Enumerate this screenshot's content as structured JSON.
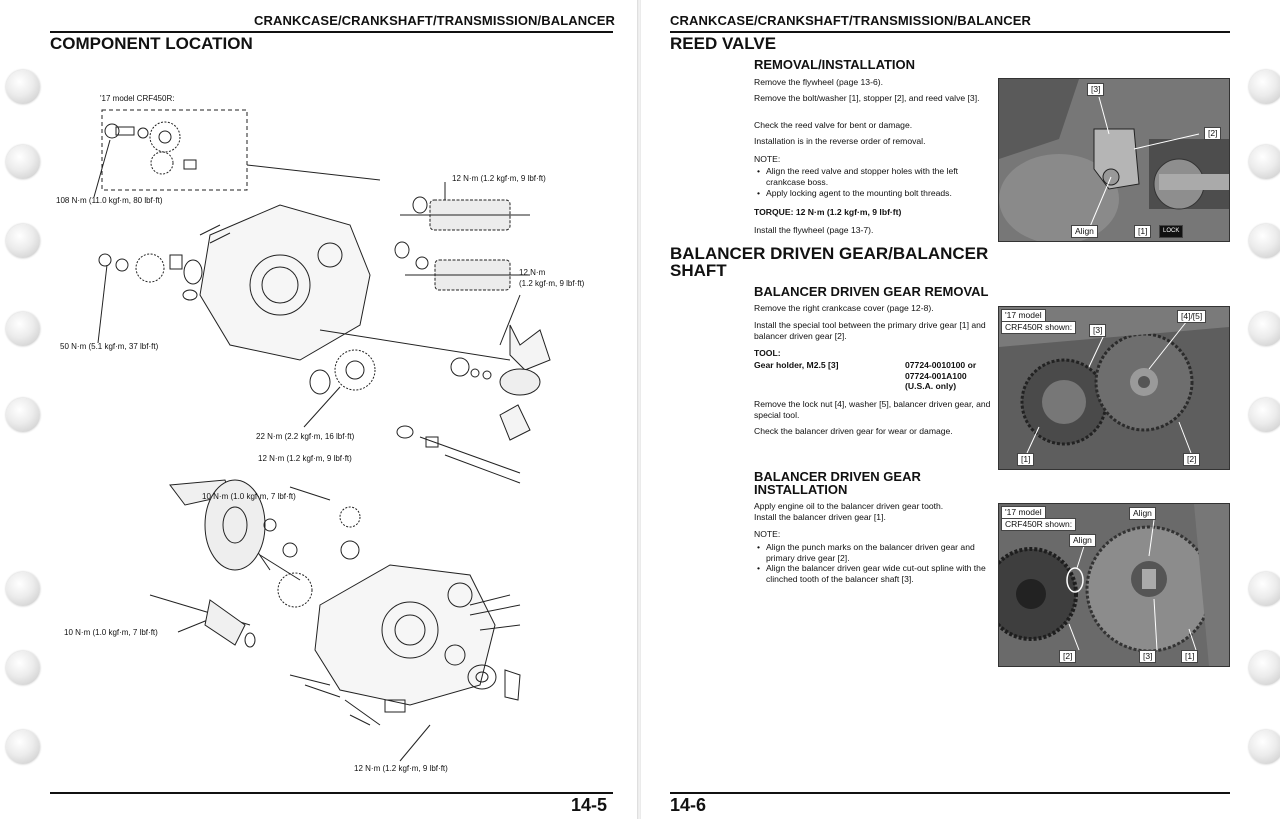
{
  "left_page": {
    "running_head": "CRANKCASE/CRANKSHAFT/TRANSMISSION/BALANCER",
    "section_title": "COMPONENT LOCATION",
    "inset_label": "'17 model CRF450R:",
    "callouts": {
      "c1": "108 N·m (11.0 kgf·m, 80 lbf·ft)",
      "c2": "12 N·m (1.2 kgf·m, 9 lbf·ft)",
      "c3_a": "12 N·m",
      "c3_b": "(1.2 kgf·m, 9 lbf·ft)",
      "c4": "50 N·m (5.1 kgf·m, 37 lbf·ft)",
      "c5": "22 N·m (2.2 kgf·m, 16 lbf·ft)",
      "c6": "12 N·m (1.2 kgf·m, 9 lbf·ft)",
      "c7": "10 N·m (1.0 kgf·m, 7 lbf·ft)",
      "c8": "10 N·m (1.0 kgf·m, 7 lbf·ft)",
      "c9": "12 N·m (1.2 kgf·m, 9 lbf·ft)"
    },
    "page_number": "14-5"
  },
  "right_page": {
    "running_head": "CRANKCASE/CRANKSHAFT/TRANSMISSION/BALANCER",
    "section_title": "REED VALVE",
    "reed": {
      "subhead": "REMOVAL/INSTALLATION",
      "p1": "Remove the flywheel (page 13-6).",
      "p2": "Remove the bolt/washer [1], stopper [2], and reed valve [3].",
      "p3": "Check the reed valve for bent or damage.",
      "p4": "Installation is in the reverse order of removal.",
      "note": "NOTE:",
      "b1": "Align the reed valve and stopper holes with the left crankcase boss.",
      "b2": "Apply locking agent to the mounting bolt threads.",
      "torque": "TORQUE: 12 N·m (1.2 kgf·m, 9 lbf·ft)",
      "p5": "Install the flywheel (page 13-7).",
      "photo_labels": {
        "l3": "[3]",
        "l2": "[2]",
        "align": "Align",
        "l1": "[1]",
        "lock": "LOCK"
      }
    },
    "balancer_title_1": "BALANCER DRIVEN GEAR/BALANCER",
    "balancer_title_2": "SHAFT",
    "removal": {
      "subhead": "BALANCER DRIVEN GEAR REMOVAL",
      "p1": "Remove the right crankcase cover (page 12-8).",
      "p2": "Install the special tool between the primary drive gear [1] and balancer driven gear [2].",
      "tool_head": "TOOL:",
      "tool_name": "Gear holder, M2.5 [3]",
      "tool_part": "07724-0010100 or 07724-001A100 (U.S.A. only)",
      "p3": "Remove the lock nut [4], washer [5], balancer driven gear, and special tool.",
      "p4": "Check the balancer driven gear for wear or damage.",
      "photo_labels": {
        "model_a": "'17 model",
        "model_b": "CRF450R shown:",
        "l3": "[3]",
        "l45": "[4]/[5]",
        "l1": "[1]",
        "l2": "[2]"
      }
    },
    "installation": {
      "subhead_1": "BALANCER DRIVEN GEAR",
      "subhead_2": "INSTALLATION",
      "p1": "Apply engine oil to the balancer driven gear tooth.",
      "p2": "Install the balancer driven gear [1].",
      "note": "NOTE:",
      "b1": "Align the punch marks on the balancer driven gear and primary drive gear [2].",
      "b2": "Align the balancer driven gear wide cut-out spline with the clinched tooth of the balancer shaft [3].",
      "photo_labels": {
        "model_a": "'17 model",
        "model_b": "CRF450R shown:",
        "align1": "Align",
        "align2": "Align",
        "l2": "[2]",
        "l3": "[3]",
        "l1": "[1]"
      }
    },
    "page_number": "14-6"
  }
}
